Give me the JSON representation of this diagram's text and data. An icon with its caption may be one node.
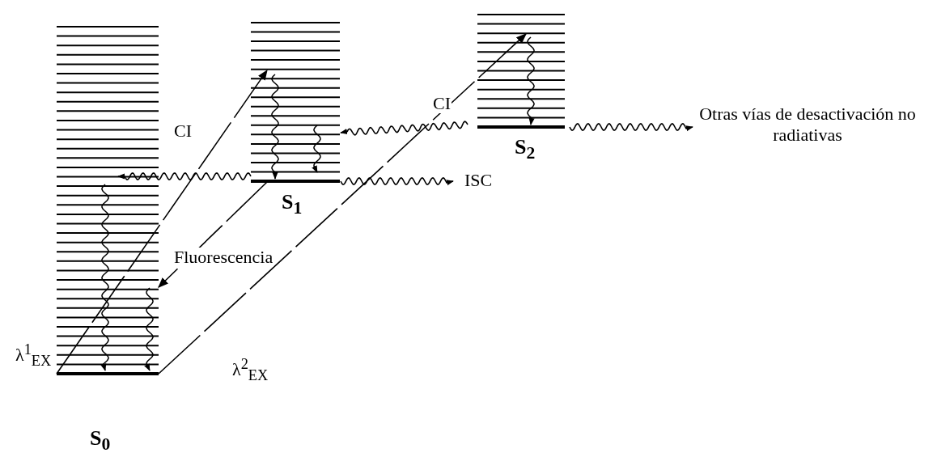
{
  "diagram": {
    "nodes": [
      {
        "text": [
          "S$_{0}$"
        ]
      },
      {
        "text": [
          "S$_{1}$"
        ]
      },
      {
        "text": [
          "S$_{2}$"
        ]
      },
      {
        "text": [
          "ISC"
        ]
      },
      {
        "text": [
          "Otras vías de desactivación no radiativas"
        ]
      }
    ],
    "edges": [
      {
        "from": 0,
        "to": 1,
        "arrow": "to",
        "label": "λ$^{1}$$_{EX}$",
        "style": "dashed"
      },
      {
        "from": 0,
        "to": 2,
        "arrow": "to",
        "label": "λ$^{2}$$_{EX}$",
        "style": "dashed"
      },
      {
        "from": 1,
        "to": 0,
        "arrow": "to",
        "label": "Fluorescencia",
        "style": "dashed"
      },
      {
        "from": 1,
        "to": 0,
        "arrow": "to",
        "label": "CI"
      },
      {
        "from": 2,
        "to": 1,
        "arrow": "to",
        "label": "CI"
      },
      {
        "from": 1,
        "to": 3,
        "arrow": "to"
      },
      {
        "from": 2,
        "to": 4,
        "arrow": "to"
      }
    ]
  }
}
